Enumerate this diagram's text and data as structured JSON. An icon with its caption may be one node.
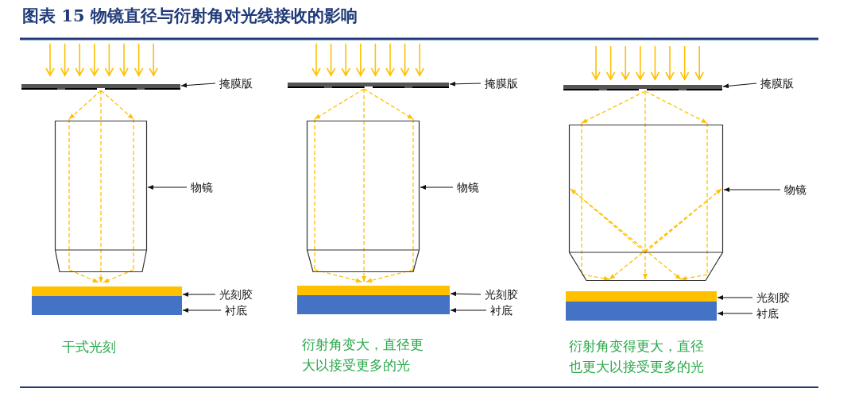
{
  "diagram": {
    "title": "图表 15 物镜直径与衍射角对光线接收的影响",
    "nodes": [
      {
        "text": [],
        "shape": "bar"
      },
      {
        "text": [
          "掩膜版"
        ]
      },
      {
        "text": [],
        "shape": "box"
      },
      {
        "text": [
          "物镜"
        ]
      },
      {
        "text": [],
        "shape": "bar"
      },
      {
        "text": [
          "光刻胶"
        ]
      },
      {
        "text": [],
        "shape": "bar"
      },
      {
        "text": [
          "衬底"
        ]
      },
      {
        "text": [],
        "shape": "bar"
      },
      {
        "text": [
          "掩膜版"
        ]
      },
      {
        "text": [],
        "shape": "box"
      },
      {
        "text": [
          "物镜"
        ]
      },
      {
        "text": [],
        "shape": "bar"
      },
      {
        "text": [
          "光刻胶"
        ]
      },
      {
        "text": [],
        "shape": "bar"
      },
      {
        "text": [
          "衬底"
        ]
      },
      {
        "text": [],
        "shape": "bar"
      },
      {
        "text": [
          "掩膜版"
        ]
      },
      {
        "text": [],
        "shape": "box"
      },
      {
        "text": [
          "物镜"
        ]
      },
      {
        "text": [],
        "shape": "bar"
      },
      {
        "text": [
          "光刻胶"
        ]
      },
      {
        "text": [],
        "shape": "bar"
      },
      {
        "text": [
          "衬底"
        ]
      }
    ],
    "edges": [
      {
        "from": 1,
        "to": 0,
        "arrow": "to"
      },
      {
        "from": 3,
        "to": 2,
        "arrow": "to"
      },
      {
        "from": 5,
        "to": 4,
        "arrow": "to"
      },
      {
        "from": 7,
        "to": 6,
        "arrow": "to"
      },
      {
        "from": 9,
        "to": 8,
        "arrow": "to"
      },
      {
        "from": 11,
        "to": 10,
        "arrow": "to"
      },
      {
        "from": 13,
        "to": 12,
        "arrow": "to"
      },
      {
        "from": 15,
        "to": 14,
        "arrow": "to"
      },
      {
        "from": 17,
        "to": 16,
        "arrow": "to"
      },
      {
        "from": 19,
        "to": 18,
        "arrow": "to"
      },
      {
        "from": 21,
        "to": 20,
        "arrow": "to"
      },
      {
        "from": 23,
        "to": 22,
        "arrow": "to"
      }
    ],
    "labels": [
      "干式光刻",
      "衍射角变大，直径更大以接受更多的光",
      "衍射角变得更大，直径也更大以接受更多的光"
    ]
  }
}
